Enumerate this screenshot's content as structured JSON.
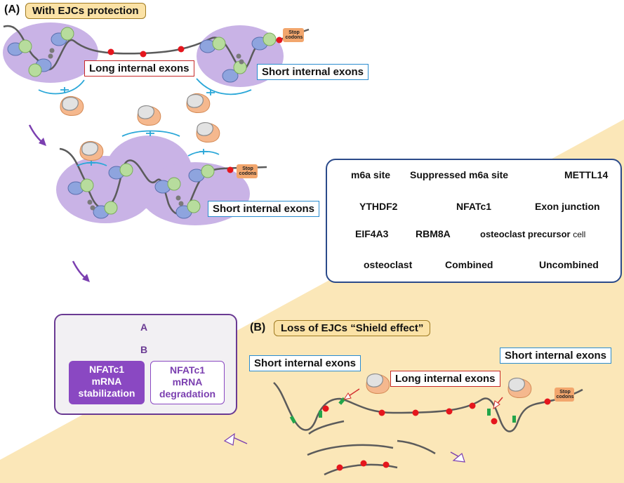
{
  "panel_a": {
    "letter": "(A)",
    "title": "With EJCs protection",
    "long_exons": "Long internal exons",
    "short_exons_top": "Short internal exons",
    "short_exons_mid": "Short internal exons",
    "stop_codons": "Stop codons"
  },
  "panel_b": {
    "letter": "(B)",
    "title": "Loss of EJCs “Shield effect”",
    "short_exons_left": "Short internal exons",
    "short_exons_right": "Short internal exons",
    "long_exons": "Long internal exons",
    "stop_codons": "Stop codons"
  },
  "legend": {
    "m6a_site": "m6a site",
    "suppressed_m6a": "Suppressed m6a site",
    "mettl14": "METTL14",
    "ythdf2": "YTHDF2",
    "nfatc1": "NFATc1",
    "exon_junction": "Exon junction",
    "eif4a3": "EIF4A3",
    "rbm8a": "RBM8A",
    "osteoclast_precursor_1": "osteoclast precursor",
    "osteoclast_precursor_2": "cell",
    "osteoclast": "osteoclast",
    "combined": "Combined",
    "uncombined": "Uncombined"
  },
  "outcome": {
    "arrow_a": "A",
    "arrow_b": "B",
    "stabilization": [
      "NFATc1",
      "mRNA",
      "stabilization"
    ],
    "degradation": [
      "NFATc1",
      "mRNA",
      "degradation"
    ]
  },
  "colors": {
    "beige": "#fbe7b8",
    "purple_blob": "#c9b3e6",
    "eif4a3": "#8ea4de",
    "rbm8a": "#b7dc9d",
    "m6a": "#e5161d",
    "suppressed": "#7a7a7a",
    "ythdf2": "#f5b88e",
    "uncombined": "#2aa7d8",
    "combined": "#d32f2f",
    "exon_junction": "#22a54a",
    "purple_dark": "#7b3fb0"
  }
}
